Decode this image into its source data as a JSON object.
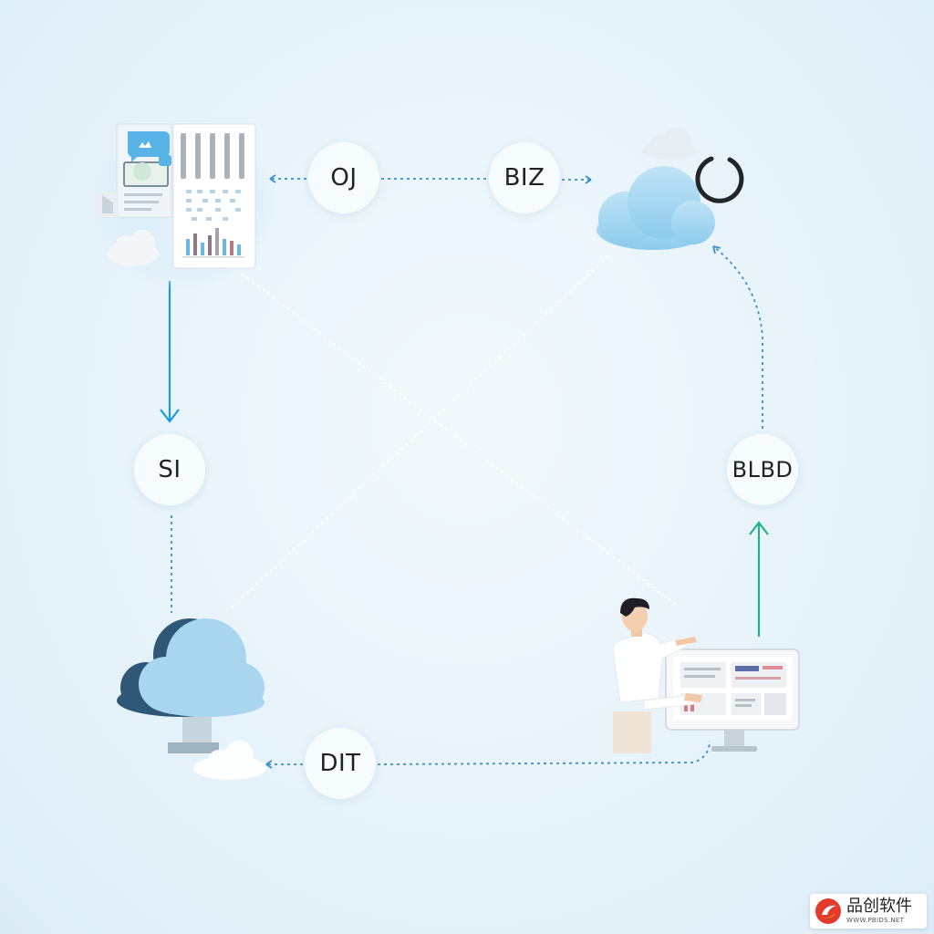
{
  "nodes": {
    "oj": "OJ",
    "biz": "BIZ",
    "si": "SI",
    "blbd": "BLBD",
    "dit": "DIT"
  },
  "watermark": {
    "brand": "品创软件",
    "url": "WWW.PBIDS.NET"
  },
  "colors": {
    "background": "#e7f3fa",
    "dotted_connector": "#3b8fc2",
    "solid_arrow_blue": "#1a9ae0",
    "solid_arrow_green": "#1eb38a",
    "cloud_light": "#a9d6ef",
    "cloud_dark": "#2f5878",
    "node_fill": "#f6fbfe"
  },
  "icons": [
    "dashboard-report-icon",
    "cloud-icon",
    "loading-ring-icon",
    "cloud-server-icon",
    "person-at-monitor-icon"
  ]
}
